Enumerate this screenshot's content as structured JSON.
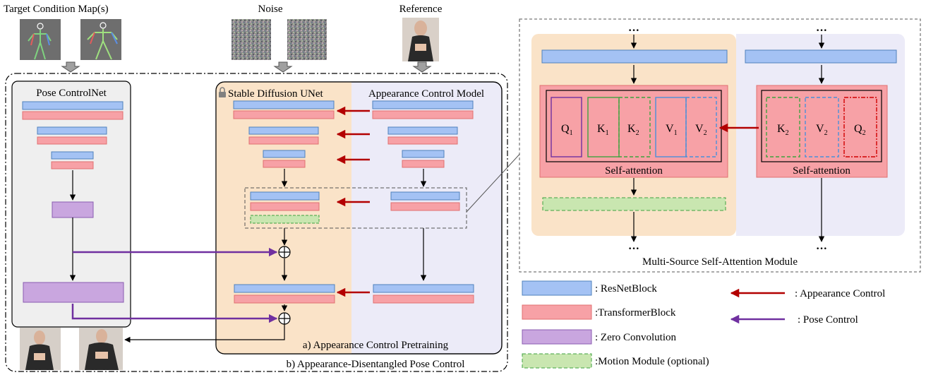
{
  "inputs": {
    "target_condition_label": "Target Condition Map(s)",
    "noise_label": "Noise",
    "reference_label": "Reference"
  },
  "blocks": {
    "pose_controlnet_title": "Pose ControlNet",
    "stable_diffusion_title": "Stable Diffusion UNet",
    "appearance_model_title": "Appearance Control Model",
    "stage_a_caption": "a) Appearance Control Pretraining",
    "stage_b_caption": "b) Appearance-Disentangled Pose Control"
  },
  "attention_module": {
    "title": "Multi-Source Self-Attention Module",
    "self_attention_label": "Self-attention",
    "left_tokens": [
      {
        "base": "Q",
        "sub": "1"
      },
      {
        "base": "K",
        "sub": "1"
      },
      {
        "base": "K",
        "sub": "2"
      },
      {
        "base": "V",
        "sub": "1"
      },
      {
        "base": "V",
        "sub": "2"
      }
    ],
    "right_tokens": [
      {
        "base": "K",
        "sub": "2"
      },
      {
        "base": "V",
        "sub": "2"
      },
      {
        "base": "Q",
        "sub": "2"
      }
    ],
    "ellipsis": "···"
  },
  "legend": {
    "resnet": ": ResNetBlock",
    "transformer": ":TransformerBlock",
    "zero_conv": ": Zero Convolution",
    "motion": ":Motion Module (optional)",
    "appearance_control": ": Appearance Control",
    "pose_control": ": Pose Control"
  },
  "colors": {
    "resnet_block": "#a4c2f4",
    "transformer_block": "#f7a1a6",
    "zero_convolution": "#c9a6df",
    "motion_module": "#c9e6b0",
    "appearance_arrow": "#b30000",
    "pose_arrow": "#7030a0",
    "stable_diffusion_bg": "#fae3c8",
    "appearance_model_bg": "#ecebf8"
  }
}
